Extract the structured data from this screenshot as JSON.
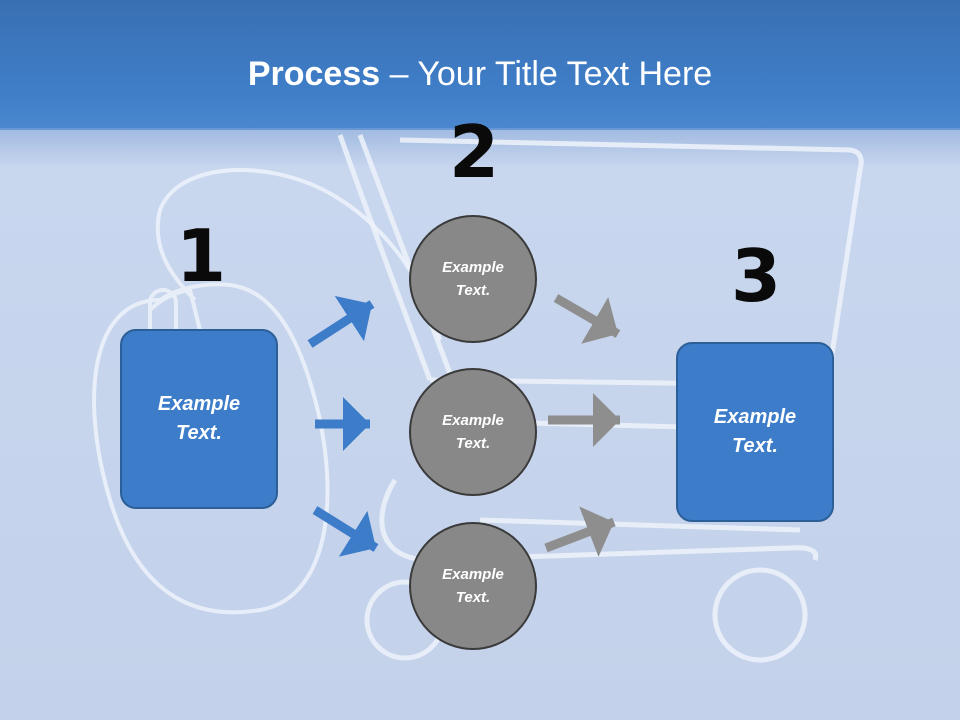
{
  "slide": {
    "title_bold": "Process",
    "title_rest": " – Your Title Text Here"
  },
  "steps": [
    {
      "number": "1",
      "label": "Example Text."
    },
    {
      "number": "2",
      "items": [
        "Example Text.",
        "Example Text.",
        "Example Text."
      ]
    },
    {
      "number": "3",
      "label": "Example Text."
    }
  ],
  "colors": {
    "header": "#3f7ec8",
    "box": "#3d7cc9",
    "circle": "#888888",
    "arrow_blue": "#3d7cc9",
    "arrow_gray": "#8e8e8e"
  },
  "icons": [
    "computer-mouse-icon",
    "shopping-cart-icon",
    "arrow-icon"
  ]
}
